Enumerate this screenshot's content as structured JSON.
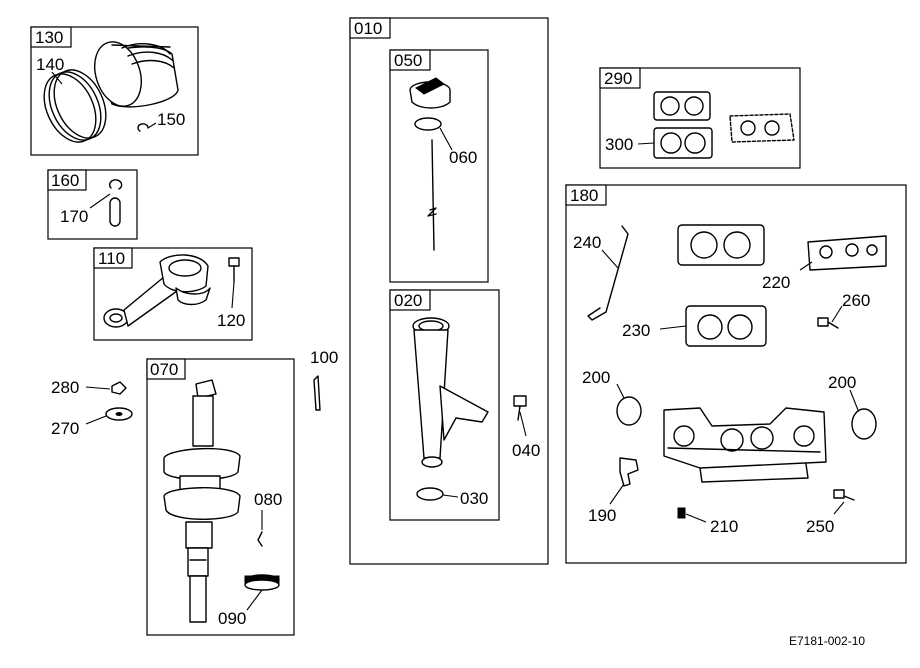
{
  "groups": {
    "g130": "130",
    "g160": "160",
    "g110": "110",
    "g070": "070",
    "g010": "010",
    "g050": "050",
    "g020": "020",
    "g290": "290",
    "g180": "180"
  },
  "callouts": {
    "c140": "140",
    "c150": "150",
    "c170": "170",
    "c120": "120",
    "c280": "280",
    "c270": "270",
    "c100": "100",
    "c080": "080",
    "c090": "090",
    "c060": "060",
    "c040": "040",
    "c030": "030",
    "c300": "300",
    "c240": "240",
    "c220": "220",
    "c260": "260",
    "c230": "230",
    "c200a": "200",
    "c200b": "200",
    "c190": "190",
    "c210": "210",
    "c250": "250"
  },
  "drawing_code": "E7181-002-10"
}
